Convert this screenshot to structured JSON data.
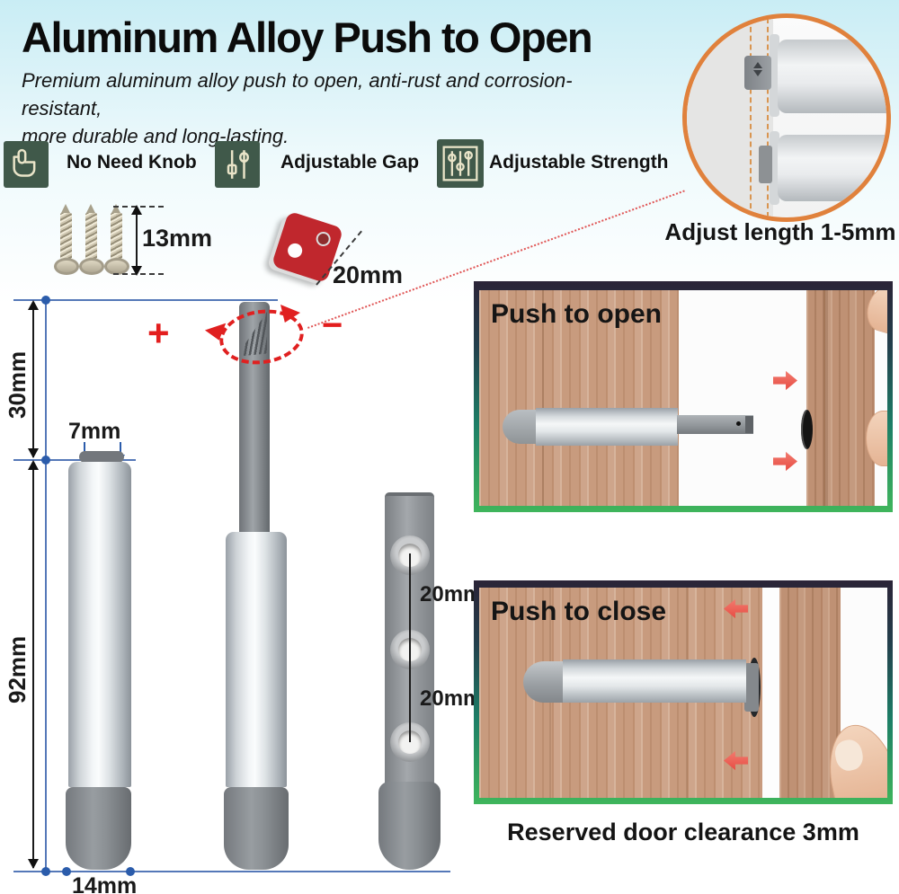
{
  "header": {
    "title": "Aluminum Alloy Push to Open",
    "subtitle_line1": "Premium aluminum alloy push to open, anti-rust and corrosion-resistant,",
    "subtitle_line2": "more durable and long-lasting."
  },
  "features": [
    {
      "label": "No Need Knob",
      "icon": "hand-push-icon"
    },
    {
      "label": "Adjustable Gap",
      "icon": "slider-two-icon"
    },
    {
      "label": "Adjustable Strength",
      "icon": "slider-three-icon"
    }
  ],
  "annotations": {
    "screw_length": "13mm",
    "plate_size": "20mm",
    "stroke_length": "30mm",
    "tip_diameter": "7mm",
    "body_length": "92mm",
    "body_width": "14mm",
    "hole_spacing_top": "20mm",
    "hole_spacing_bottom": "20mm",
    "plus": "+",
    "minus": "−"
  },
  "inset": {
    "caption": "Adjust length 1-5mm"
  },
  "photos": [
    {
      "title": "Push to open"
    },
    {
      "title": "Push to close"
    }
  ],
  "footer": {
    "caption": "Reserved door clearance 3mm"
  },
  "colors": {
    "dim_blue": "#4e74b4",
    "accent_red": "#e02626",
    "icon_green": "#40594a",
    "inset_border": "#e0813c"
  }
}
